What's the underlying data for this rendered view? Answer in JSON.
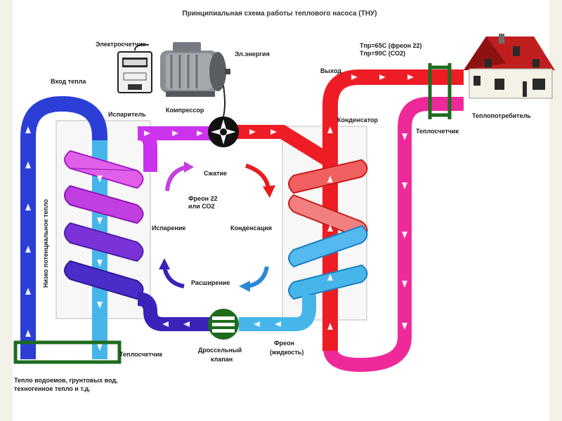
{
  "title": "Принципиальная схема работы теплового насоса (ТНУ)",
  "labels": {
    "electricity_meter": "Электросчетчик",
    "electric_power": "Эл.энергия",
    "heat_input": "Вход тепла",
    "compressor": "Компрессор",
    "evaporator": "Испаритель",
    "output": "Выход",
    "temp_line1": "Tпр=65С (фреон 22)",
    "temp_line2": "Tпр=90С (СО2)",
    "condenser": "Конденсатор",
    "heat_consumer": "Теплопотребитель",
    "heat_meter_right": "Теплосчетчик",
    "low_potential_heat": "Низко потенциальное тепло",
    "compression": "Сжатие",
    "freon_line1": "Фреон 22",
    "freon_line2": "или СО2",
    "evaporation": "Испарение",
    "condensation": "Конденсация",
    "expansion": "Расширение",
    "heat_meter_left": "Теплосчетчик",
    "throttle_line1": "Дроссельный",
    "throttle_line2": "клапан",
    "freon_liquid_line1": "Фреон",
    "freon_liquid_line2": "(жидкость)",
    "source_line1": "Тепло водоемов, грунтовых вод,",
    "source_line2": "техногенное тепло и т.д."
  },
  "colors": {
    "outer_blue": "#2b3fd6",
    "light_blue": "#46b6ea",
    "magenta": "#cc33ee",
    "dark_violet": "#3a23b8",
    "red": "#ee1c24",
    "pink": "#ee2a9a",
    "meter_green": "#1e6b1e",
    "roof": "#c01e1e"
  }
}
